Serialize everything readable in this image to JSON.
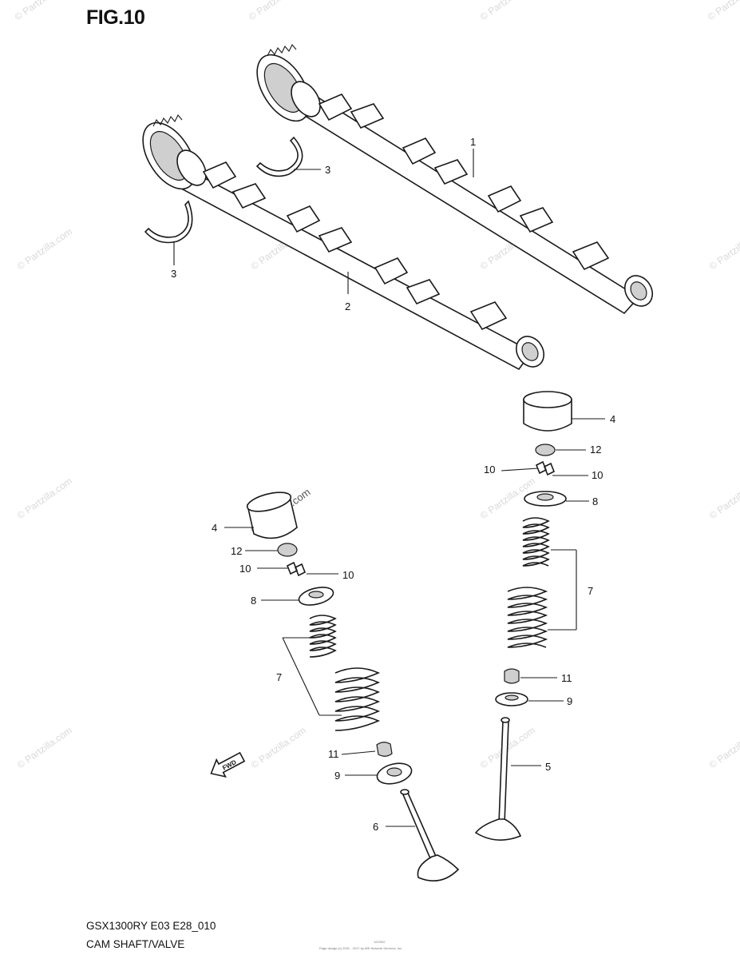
{
  "figure": {
    "title": "FIG.10",
    "model": "GSX1300RY E03 E28_010",
    "section": "CAM SHAFT/VALVE",
    "code": "12/2002",
    "copyright": "Page design (c) 2001 - 2017 by ARI Network Services, Inc."
  },
  "watermark": {
    "text": "© Partzilla.com"
  },
  "direction_icon": {
    "label": "FWD"
  },
  "callouts": {
    "c1": "1",
    "c2": "2",
    "c3a": "3",
    "c3b": "3",
    "c4a": "4",
    "c4b": "4",
    "c12a": "12",
    "c12b": "12",
    "c10a": "10",
    "c10b": "10",
    "c10c": "10",
    "c10d": "10",
    "c8a": "8",
    "c8b": "8",
    "c7a": "7",
    "c7b": "7",
    "c11a": "11",
    "c11b": "11",
    "c9a": "9",
    "c9b": "9",
    "c5": "5",
    "c6": "6"
  }
}
